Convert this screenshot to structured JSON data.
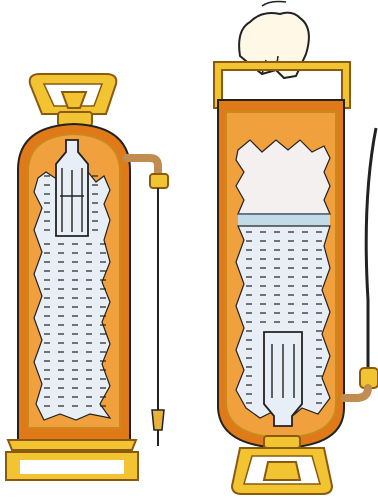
{
  "colors": {
    "background": "#ffffff",
    "brass": "#f2c431",
    "brass_dark": "#8a5a10",
    "body_orange": "#e07a18",
    "body_rim": "#c9891e",
    "inner_orange": "#f0a03c",
    "liquid": "#e8eef5",
    "liquid_top": "#c2dbe6",
    "air": "#f4f0f0",
    "water_line": "#4a5a70",
    "hose": "#c08c50",
    "nozzle": "#e8b23a",
    "skin": "#fff8e6",
    "outline": "#222222"
  },
  "figures": {
    "left": {
      "name": "upright-extinguisher",
      "state": "upright"
    },
    "right": {
      "name": "inverted-extinguisher",
      "state": "inverted"
    }
  }
}
